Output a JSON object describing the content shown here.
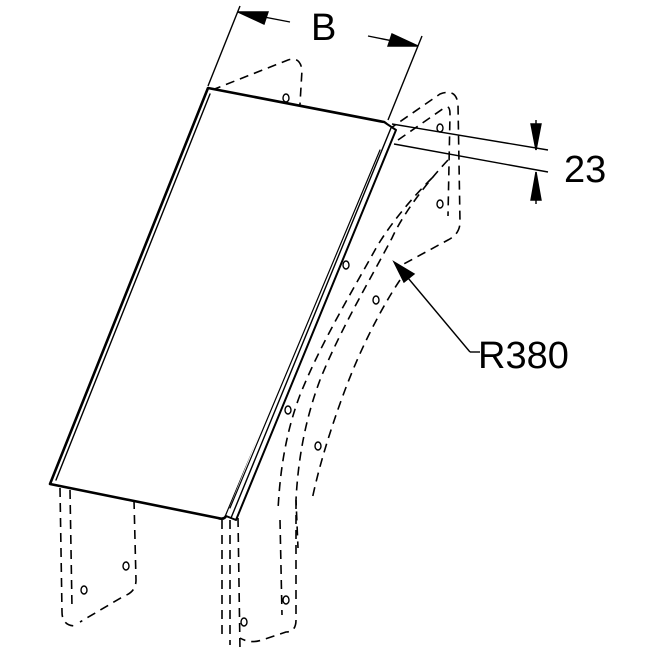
{
  "dimensions": {
    "width_label": "B",
    "flange_height_label": "23",
    "radius_label": "R380"
  },
  "colors": {
    "stroke": "#000000",
    "panel_fill": "#ffffff",
    "background": "#ffffff"
  }
}
